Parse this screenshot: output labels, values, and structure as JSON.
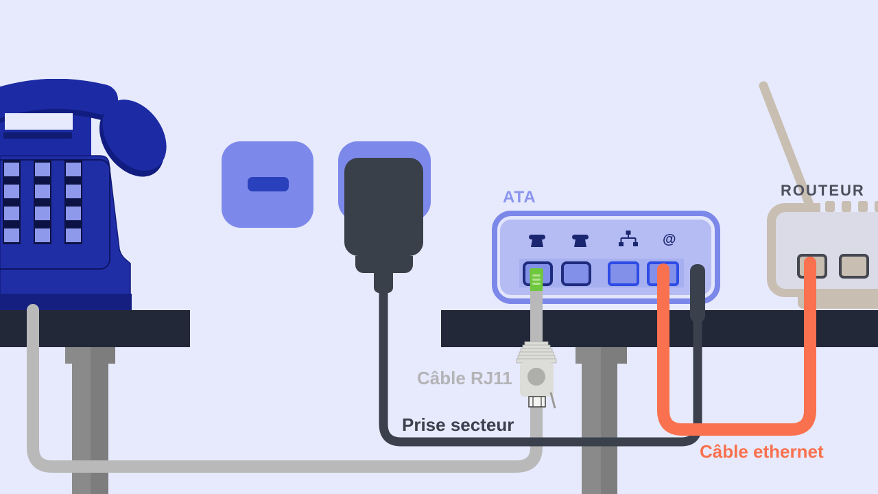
{
  "scene_description": "VoIP connection diagram: telephone, wall outlet, power adapter, ATA box and router on tables, linked by cables",
  "labels": {
    "ata": "ATA",
    "router": "ROUTEUR",
    "rj11_cable": "Câble RJ11",
    "power_outlet": "Prise secteur",
    "ethernet_cable": "Câble ethernet"
  },
  "ata_device": {
    "at_symbol": "@",
    "port_icons": [
      "phone-icon",
      "phone-icon",
      "lan-icon",
      "at-icon"
    ],
    "port_count": 4
  },
  "router_device": {
    "port_count": 2,
    "has_antenna": true
  },
  "colors": {
    "background": "#e7eafc",
    "table": "#232838",
    "phone_blue": "#1c2aa3",
    "phone_body_blue": "#202ea6",
    "phone_key": "#8e99ec",
    "socket_periwinkle": "#7d89ea",
    "adapter_charcoal": "#394049",
    "ata_border": "#7c88e9",
    "ata_panel": "#b5bcf3",
    "port_navy_border": "#1e2b7e",
    "port_blue_border": "#2d4be5",
    "green_plug": "#6fc73d",
    "gray_cable": "#b9b9b9",
    "power_cable": "#3a414d",
    "ethernet_orange": "#f9714e",
    "router_beige": "#c8beb2",
    "router_panel": "#dbdbe7",
    "label_gray": "#b4b4b8",
    "label_dark": "#3b404d",
    "label_periwinkle": "#8b95ee",
    "label_router": "#4b505c"
  }
}
